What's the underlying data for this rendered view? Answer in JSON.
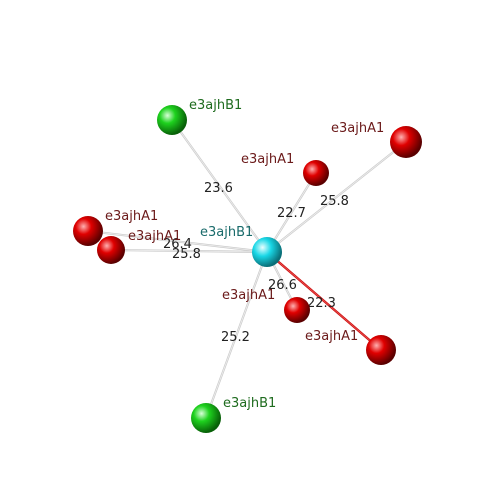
{
  "colors": {
    "background": "#ffffff",
    "center_atom": "#19d7e6",
    "chain_a_atom": "#e00000",
    "chain_b_atom": "#1ed21e",
    "chain_a_label": "#6b1a1a",
    "chain_b_label": "#1e6b1e",
    "center_label": "#1a6b6b",
    "bond": "#cccccc",
    "highlight_bond": "#cc1111"
  },
  "center": {
    "label": "e3ajhB1"
  },
  "atoms": [
    {
      "label": "e3ajhB1",
      "chain": "B",
      "distance": "23.6"
    },
    {
      "label": "e3ajhA1",
      "chain": "A",
      "distance": "25.8"
    },
    {
      "label": "e3ajhA1",
      "chain": "A",
      "distance": "22.7"
    },
    {
      "label": "e3ajhA1",
      "chain": "A",
      "distance": "26.4"
    },
    {
      "label": "e3ajhA1",
      "chain": "A",
      "distance": "25.8"
    },
    {
      "label": "e3ajhA1",
      "chain": "A",
      "distance": "26.6"
    },
    {
      "label": "e3ajhA1",
      "chain": "A",
      "distance": "22.3",
      "highlight": true
    },
    {
      "label": "e3ajhB1",
      "chain": "B",
      "distance": "25.2"
    }
  ]
}
